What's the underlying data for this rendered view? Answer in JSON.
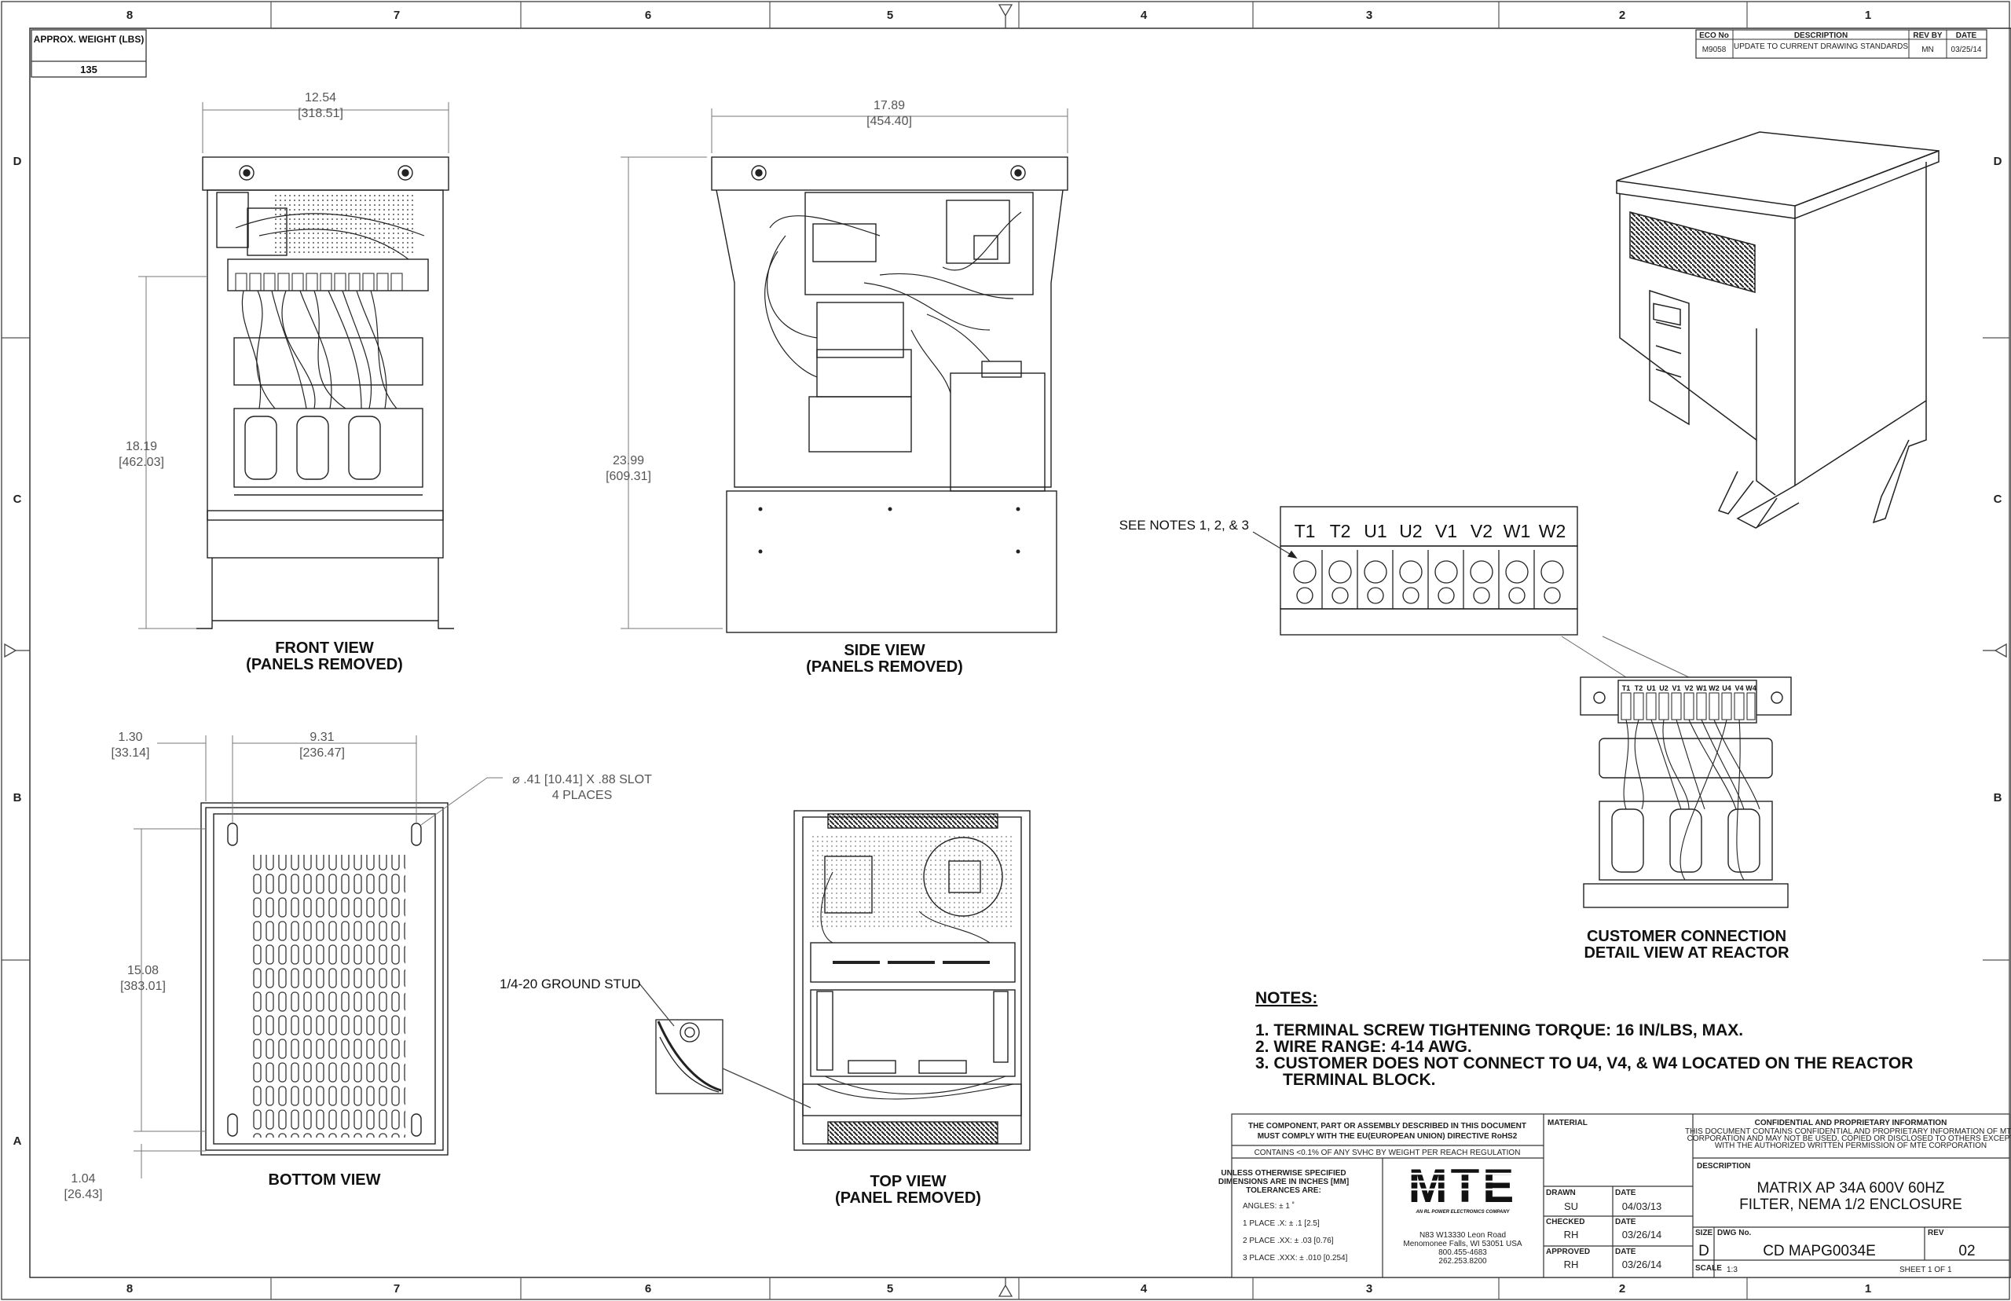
{
  "weight": {
    "label": "APPROX. WEIGHT (LBS)",
    "value": "135"
  },
  "zones": {
    "columns": [
      "8",
      "7",
      "6",
      "5",
      "4",
      "3",
      "2",
      "1"
    ],
    "rows": [
      "D",
      "C",
      "B",
      "A"
    ]
  },
  "revision_block": {
    "headers": [
      "ECO No",
      "DESCRIPTION",
      "REV BY",
      "DATE"
    ],
    "eco": "M9058",
    "description": "UPDATE TO CURRENT DRAWING STANDARDS",
    "rev_by": "MN",
    "date": "03/25/14"
  },
  "views": {
    "front": {
      "title": "FRONT VIEW",
      "subtitle": "(PANELS REMOVED)"
    },
    "side": {
      "title": "SIDE VIEW",
      "subtitle": "(PANELS REMOVED)"
    },
    "bottom": {
      "title": "BOTTOM VIEW"
    },
    "top": {
      "title": "TOP VIEW",
      "subtitle": "(PANEL REMOVED)"
    },
    "detail": {
      "title": "CUSTOMER CONNECTION",
      "subtitle": "DETAIL VIEW AT REACTOR"
    }
  },
  "dimensions": {
    "front_width": {
      "in": "12.54",
      "mm": "[318.51]"
    },
    "front_height": {
      "in": "18.19",
      "mm": "[462.03]"
    },
    "side_width": {
      "in": "17.89",
      "mm": "[454.40]"
    },
    "side_height": {
      "in": "23.99",
      "mm": "[609.31]"
    },
    "bottom_offset": {
      "in": "1.30",
      "mm": "[33.14]"
    },
    "bottom_slot_span": {
      "in": "9.31",
      "mm": "[236.47]"
    },
    "bottom_height": {
      "in": "15.08",
      "mm": "[383.01]"
    },
    "bottom_edge": {
      "in": "1.04",
      "mm": "[26.43]"
    },
    "slot_callout": [
      "⌀ .41 [10.41] X .88 SLOT",
      "4 PLACES"
    ]
  },
  "callouts": {
    "ground_stud": "1/4-20 GROUND STUD",
    "see_notes": "SEE NOTES 1, 2, & 3"
  },
  "terminals": [
    "T1",
    "T2",
    "U1",
    "U2",
    "V1",
    "V2",
    "W1",
    "W2"
  ],
  "reactor_terminals": [
    "T1",
    "T2",
    "U1",
    "U2",
    "V1",
    "V2",
    "W1",
    "W2",
    "U4",
    "V4",
    "W4"
  ],
  "notes": {
    "heading": "NOTES:",
    "items": [
      "1.  TERMINAL SCREW TIGHTENING TORQUE: 16 IN/LBS, MAX.",
      "2.  WIRE RANGE: 4-14 AWG.",
      "3.  CUSTOMER DOES NOT CONNECT TO U4, V4, & W4 LOCATED ON THE REACTOR",
      "      TERMINAL BLOCK."
    ]
  },
  "title_block": {
    "rohs_line1": "THE COMPONENT, PART OR ASSEMBLY DESCRIBED IN THIS DOCUMENT",
    "rohs_line2": "MUST COMPLY WITH THE EU(EUROPEAN UNION) DIRECTIVE RoHS2",
    "reach": "CONTAINS <0.1% OF ANY SVHC BY WEIGHT PER REACH REGULATION",
    "tol_header1": "UNLESS OTHERWISE SPECIFIED",
    "tol_header2": "DIMENSIONS ARE IN INCHES [MM]",
    "tol_header3": "TOLERANCES ARE:",
    "tol_angles": "ANGLES:  ± 1 ˚",
    "tol_1": "1 PLACE .X:  ± .1 [2.5]",
    "tol_2": "2 PLACE .XX:  ± .03 [0.76]",
    "tol_3": "3 PLACE .XXX:  ± .010 [0.254]",
    "logo": "MTE",
    "logo_tagline": "AN RL POWER ELECTRONICS COMPANY",
    "address1": "N83 W13330 Leon Road",
    "address2": "Menomonee Falls, WI 53051 USA",
    "phone1": "800.455-4683",
    "phone2": "262.253.8200",
    "material_label": "MATERIAL",
    "drawn_label": "DRAWN",
    "drawn_by": "SU",
    "drawn_date": "04/03/13",
    "checked_label": "CHECKED",
    "checked_by": "RH",
    "checked_date": "03/26/14",
    "approved_label": "APPROVED",
    "approved_by": "RH",
    "approved_date": "03/26/14",
    "date_label": "DATE",
    "confidential_title": "CONFIDENTIAL AND PROPRIETARY INFORMATION",
    "confidential_1": "THIS DOCUMENT CONTAINS CONFIDENTIAL AND PROPRIETARY INFORMATION OF MTE",
    "confidential_2": "CORPORATION AND MAY NOT BE USED, COPIED OR DISCLOSED TO OTHERS EXCEPT",
    "confidential_3": "WITH THE AUTHORIZED WRITTEN PERMISSION OF MTE CORPORATION",
    "description_label": "DESCRIPTION",
    "description_1": "MATRIX AP 34A 600V 60HZ",
    "description_2": "FILTER, NEMA 1/2 ENCLOSURE",
    "size_label": "SIZE",
    "size": "D",
    "dwg_label": "DWG No.",
    "dwg_no": "CD MAPG0034E",
    "rev_label": "REV",
    "rev": "02",
    "scale_label": "SCALE",
    "scale": "1:3",
    "sheet": "SHEET 1  OF 1"
  }
}
